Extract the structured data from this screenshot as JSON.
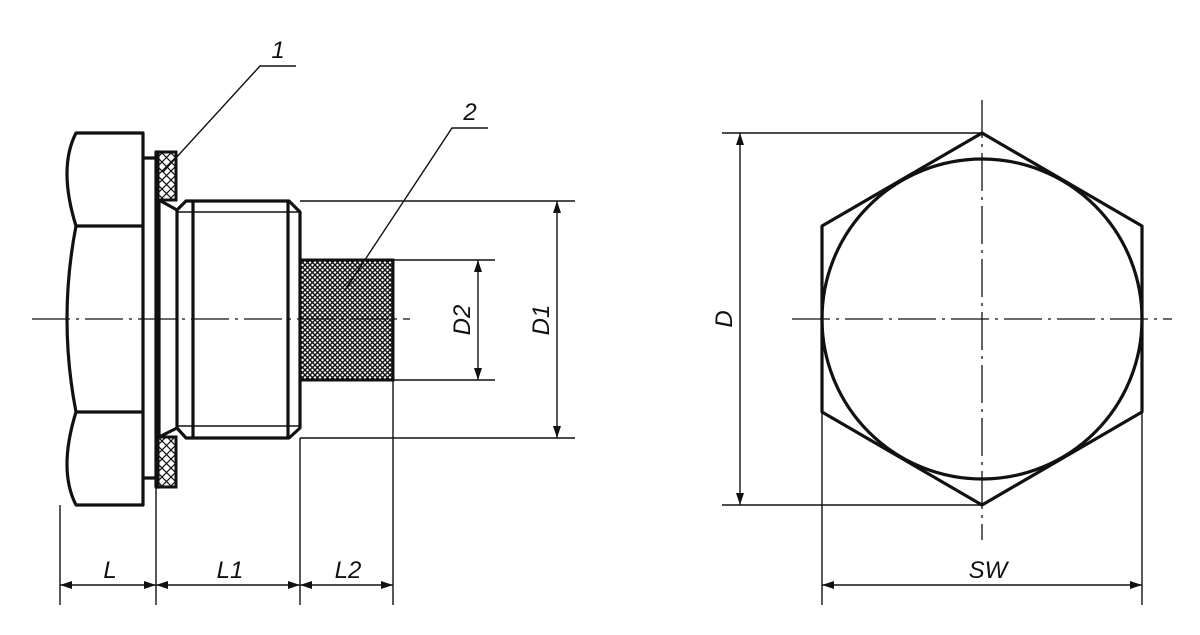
{
  "callouts": [
    {
      "label": "1"
    },
    {
      "label": "2"
    }
  ],
  "dimensions": {
    "L": "L",
    "L1": "L1",
    "L2": "L2",
    "D1": "D1",
    "D2": "D2",
    "D": "D",
    "SW": "SW"
  },
  "colors": {
    "line": "#111111",
    "background": "#ffffff"
  }
}
